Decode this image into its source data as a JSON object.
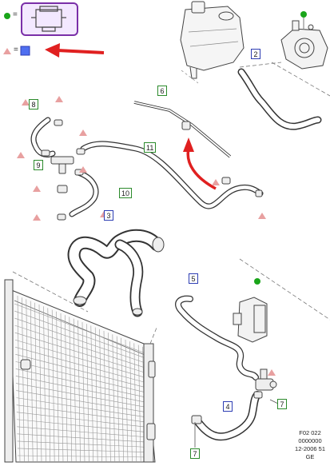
{
  "legend": {
    "engine_symbol_eq": "=",
    "part_symbol_eq": "="
  },
  "callouts": {
    "c2": "2",
    "c3": "3",
    "c4": "4",
    "c5": "5",
    "c6": "6",
    "c7a": "7",
    "c7b": "7",
    "c8": "8",
    "c9": "9",
    "c10": "10",
    "c11": "11"
  },
  "footer": {
    "line1": "F02 022",
    "line2": "0000000",
    "line3": "12-2006 51",
    "line4": "GE"
  },
  "colors": {
    "engine_box": "#7a2fa8",
    "arrow_red": "#e02020",
    "dot_green": "#1aa51a",
    "triangle_pink": "#e8a0a0",
    "callout_blue": "#2d3db3",
    "callout_green": "#2b8a2b"
  }
}
